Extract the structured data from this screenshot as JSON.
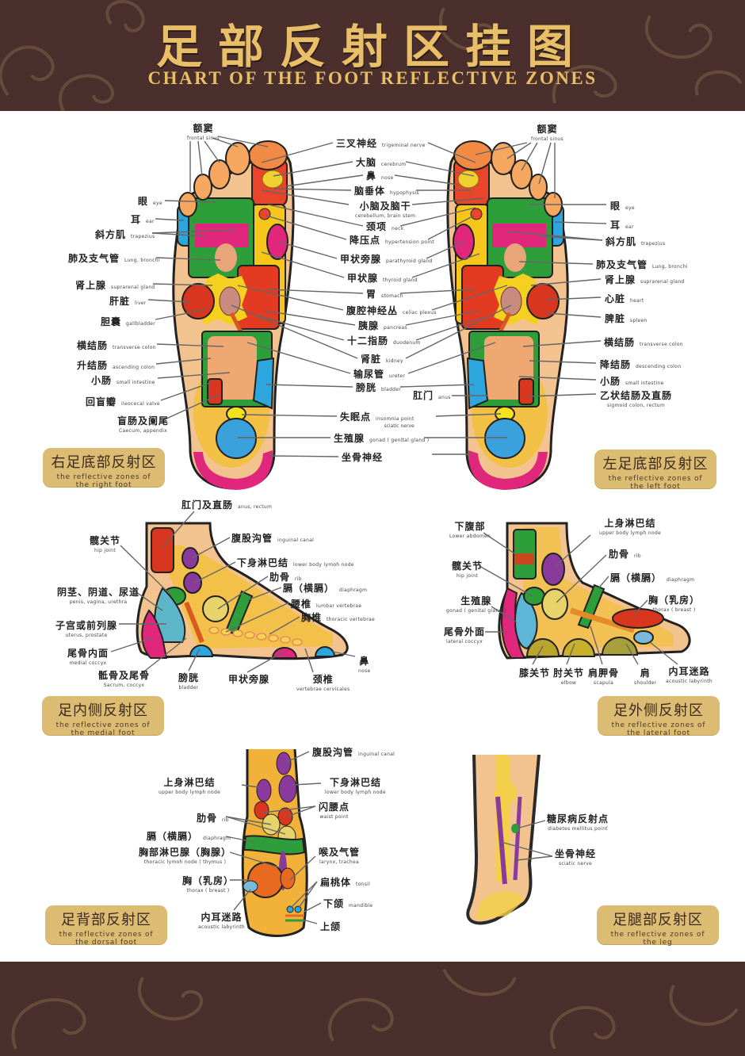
{
  "header": {
    "title_cn": "足部反射区挂图",
    "title_en": "CHART OF THE FOOT REFLECTIVE ZONES"
  },
  "colors": {
    "band_brown": "#4a2f2c",
    "title_gold": "#e8be67",
    "badge_gold": "#dcbb72",
    "zone_green": "#2e9e3a",
    "zone_magenta": "#e0277c",
    "zone_blue": "#2ca6dc",
    "zone_red": "#d8361e",
    "zone_yellow": "#f7c61a",
    "zone_purple": "#8a3a9a",
    "skin": "#f2c38e"
  },
  "plantar": {
    "badge_right": {
      "cn": "右足底部反射区",
      "en": "the reflective zones of the right foot"
    },
    "badge_left": {
      "cn": "左足底部反射区",
      "en": "the reflective zones of the left foot"
    },
    "right_foot_labels": [
      {
        "cn": "额窦",
        "en": "frontal sinus"
      },
      {
        "cn": "眼",
        "en": "eye"
      },
      {
        "cn": "耳",
        "en": "ear"
      },
      {
        "cn": "斜方肌",
        "en": "trapezius"
      },
      {
        "cn": "肺及支气管",
        "en": "Lung, bronchi"
      },
      {
        "cn": "肾上腺",
        "en": "suprarenal gland"
      },
      {
        "cn": "肝脏",
        "en": "liver"
      },
      {
        "cn": "胆囊",
        "en": "gallbladder"
      },
      {
        "cn": "横结肠",
        "en": "transverse colon"
      },
      {
        "cn": "升结肠",
        "en": "ascending colon"
      },
      {
        "cn": "小肠",
        "en": "small intestine"
      },
      {
        "cn": "回盲瓣",
        "en": "ileocecal valve"
      },
      {
        "cn": "盲肠及阑尾",
        "en": "Caecum, appendix"
      }
    ],
    "center_labels": [
      {
        "cn": "三叉神经",
        "en": "trigeminal nerve"
      },
      {
        "cn": "大脑",
        "en": "cerebrum"
      },
      {
        "cn": "鼻",
        "en": "nose"
      },
      {
        "cn": "脑垂体",
        "en": "hypophysis"
      },
      {
        "cn": "小脑及脑干",
        "en": "cerebellum, brain stem"
      },
      {
        "cn": "颈项",
        "en": "neck"
      },
      {
        "cn": "降压点",
        "en": "hypertension point"
      },
      {
        "cn": "甲状旁腺",
        "en": "parathyroid gland"
      },
      {
        "cn": "甲状腺",
        "en": "thyroid gland"
      },
      {
        "cn": "胃",
        "en": "stomach"
      },
      {
        "cn": "腹腔神经丛",
        "en": "celiac plexus"
      },
      {
        "cn": "胰腺",
        "en": "pancreas"
      },
      {
        "cn": "十二指肠",
        "en": "duodenum"
      },
      {
        "cn": "肾脏",
        "en": "kidney"
      },
      {
        "cn": "输尿管",
        "en": "ureter"
      },
      {
        "cn": "膀胱",
        "en": "bladder"
      },
      {
        "cn": "失眠点",
        "en": "insomnia point",
        "en2": "sciatic nerve"
      },
      {
        "cn": "生殖腺",
        "en": "gonad ( genital gland )"
      },
      {
        "cn": "坐骨神经",
        "en": ""
      },
      {
        "cn": "肛门",
        "en": "anus"
      }
    ],
    "left_foot_labels": [
      {
        "cn": "额窦",
        "en": "frontal sinus"
      },
      {
        "cn": "眼",
        "en": "eye"
      },
      {
        "cn": "耳",
        "en": "ear"
      },
      {
        "cn": "斜方肌",
        "en": "trapezius"
      },
      {
        "cn": "肺及支气管",
        "en": "Lung, bronchi"
      },
      {
        "cn": "肾上腺",
        "en": "suprarenal gland"
      },
      {
        "cn": "心脏",
        "en": "heart"
      },
      {
        "cn": "脾脏",
        "en": "spleen"
      },
      {
        "cn": "横结肠",
        "en": "transverse colon"
      },
      {
        "cn": "降结肠",
        "en": "descending colon"
      },
      {
        "cn": "小肠",
        "en": "small intestine"
      },
      {
        "cn": "乙状结肠及直肠",
        "en": "sigmoid colon, rectum"
      }
    ]
  },
  "medial": {
    "badge": {
      "cn": "足内侧反射区",
      "en": "the reflective zones of the medial foot"
    },
    "labels": [
      {
        "cn": "肛门及直肠",
        "en": "anus, rectum"
      },
      {
        "cn": "髋关节",
        "en": "hip joint"
      },
      {
        "cn": "腹股沟管",
        "en": "inguinal canal"
      },
      {
        "cn": "下身淋巴结",
        "en": "lower body lymoh node"
      },
      {
        "cn": "肋骨",
        "en": "rib"
      },
      {
        "cn": "膈（横膈）",
        "en": "diaphragm"
      },
      {
        "cn": "阴茎、阴道、尿道",
        "en": "penis, vagina, urethra"
      },
      {
        "cn": "腰椎",
        "en": "lumbar vertebrae"
      },
      {
        "cn": "胸椎",
        "en": "thoracic vertebrae"
      },
      {
        "cn": "子宫或前列腺",
        "en": "uterus, prostate"
      },
      {
        "cn": "尾骨内面",
        "en": "medial coccyx"
      },
      {
        "cn": "骶骨及尾骨",
        "en": "Sacrum, coccyx"
      },
      {
        "cn": "膀胱",
        "en": "bladder"
      },
      {
        "cn": "甲状旁腺",
        "en": ""
      },
      {
        "cn": "颈椎",
        "en": "vertebrae cervicales"
      },
      {
        "cn": "鼻",
        "en": "nose"
      }
    ]
  },
  "lateral": {
    "badge": {
      "cn": "足外侧反射区",
      "en": "the reflective zones of the lateral foot"
    },
    "labels": [
      {
        "cn": "下腹部",
        "en": "Lower abdomen"
      },
      {
        "cn": "上身淋巴结",
        "en": "upper body lymph node"
      },
      {
        "cn": "肋骨",
        "en": "rib"
      },
      {
        "cn": "髋关节",
        "en": "hip joint"
      },
      {
        "cn": "膈（横膈）",
        "en": "diaphragm"
      },
      {
        "cn": "生殖腺",
        "en": "gonad ( genital gland )"
      },
      {
        "cn": "胸（乳房）",
        "en": "thorax ( breast )"
      },
      {
        "cn": "尾骨外面",
        "en": "lateral coccyx"
      },
      {
        "cn": "膝关节",
        "en": ""
      },
      {
        "cn": "肘关节",
        "en": "elbow"
      },
      {
        "cn": "肩胛骨",
        "en": "scapula"
      },
      {
        "cn": "肩",
        "en": "shoulder"
      },
      {
        "cn": "内耳迷路",
        "en": "acoustic labyrinth"
      }
    ]
  },
  "dorsal": {
    "badge": {
      "cn": "足背部反射区",
      "en": "the reflective zones of the dorsal foot"
    },
    "labels": [
      {
        "cn": "腹股沟管",
        "en": "inguinal canal"
      },
      {
        "cn": "上身淋巴结",
        "en": "upper body lymph node"
      },
      {
        "cn": "下身淋巴结",
        "en": "lower body lymph node"
      },
      {
        "cn": "闪腰点",
        "en": "waist point"
      },
      {
        "cn": "肋骨",
        "en": "rib"
      },
      {
        "cn": "膈（横膈）",
        "en": "diaphragm"
      },
      {
        "cn": "胸部淋巴腺（胸腺）",
        "en": "thoracic lymoh node ( thymus )"
      },
      {
        "cn": "喉及气管",
        "en": "larynx, trachea"
      },
      {
        "cn": "胸（乳房）",
        "en": "thorax ( breast )"
      },
      {
        "cn": "扁桃体",
        "en": "tonsil"
      },
      {
        "cn": "下颌",
        "en": "mandible"
      },
      {
        "cn": "内耳迷路",
        "en": "acoustic labyrinth"
      },
      {
        "cn": "上颌",
        "en": ""
      }
    ]
  },
  "leg": {
    "badge": {
      "cn": "足腿部反射区",
      "en": "the reflective zones of the leg"
    },
    "labels": [
      {
        "cn": "糖尿病反射点",
        "en": "diabetes mellitus point"
      },
      {
        "cn": "坐骨神经",
        "en": "sciatic nerve"
      }
    ]
  }
}
